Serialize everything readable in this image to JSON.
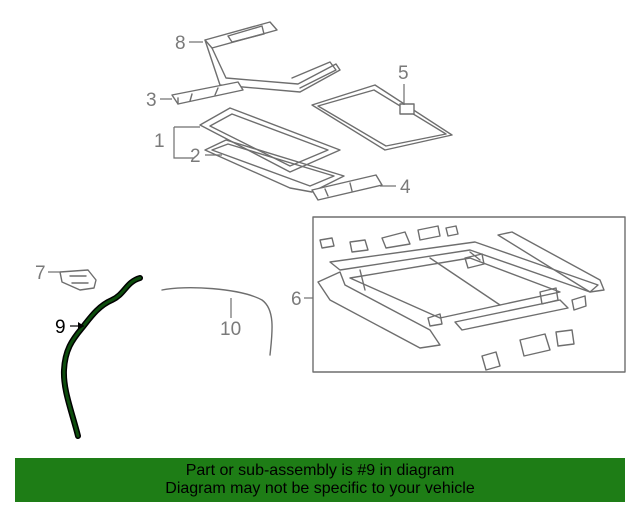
{
  "callouts": {
    "c1": "1",
    "c2": "2",
    "c3": "3",
    "c4": "4",
    "c5": "5",
    "c6": "6",
    "c7": "7",
    "c8": "8",
    "c9": "9",
    "c10": "10"
  },
  "highlight": {
    "part_number": "9",
    "color": "#0d4d0d",
    "outline": "#000000"
  },
  "banner": {
    "line1": "Part or sub-assembly is #9 in diagram",
    "line2": "Diagram may not be specific to your vehicle",
    "background": "#1e7d16"
  }
}
